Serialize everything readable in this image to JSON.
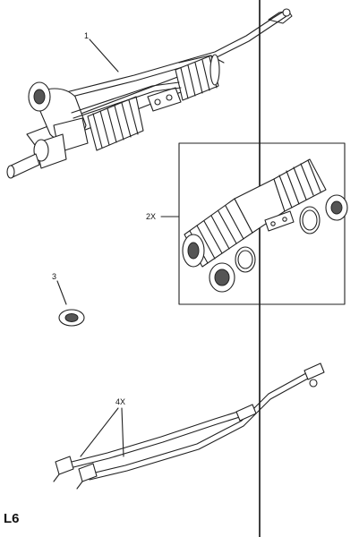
{
  "callouts": {
    "item1": "1",
    "item2": "2X",
    "item3": "3",
    "item4": "4X"
  },
  "page_code": "L6"
}
